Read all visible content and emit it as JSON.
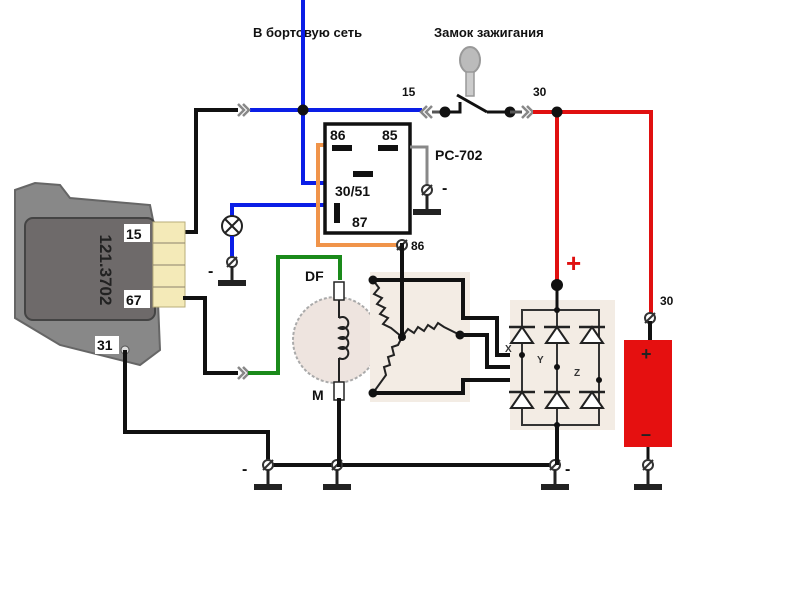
{
  "titles": {
    "onboard_network": "В бортовую сеть",
    "ignition_lock": "Замок зажигания"
  },
  "regulator": {
    "model": "121.3702",
    "pin_15": "15",
    "pin_67": "67",
    "pin_31": "31"
  },
  "relay": {
    "name": "PC-702",
    "pin_86": "86",
    "pin_85": "85",
    "pin_30_51": "30/51",
    "pin_87": "87",
    "terminal_86": "86"
  },
  "switch": {
    "terminal_15": "15",
    "terminal_30": "30"
  },
  "alternator": {
    "df": "DF",
    "m": "M",
    "phase_x": "X",
    "phase_y": "Y",
    "phase_z": "Z"
  },
  "battery": {
    "terminal": "30",
    "plus": "+",
    "minus": "–"
  },
  "signs": {
    "plus": "+",
    "minus": "-"
  },
  "colors": {
    "blue_wire": "#0a1ee6",
    "red_wire": "#e01010",
    "green_wire": "#1a8a1a",
    "orange_wire": "#f0944a",
    "black_wire": "#111111",
    "battery": "#e51010",
    "regulator": "#6e6a6a"
  }
}
